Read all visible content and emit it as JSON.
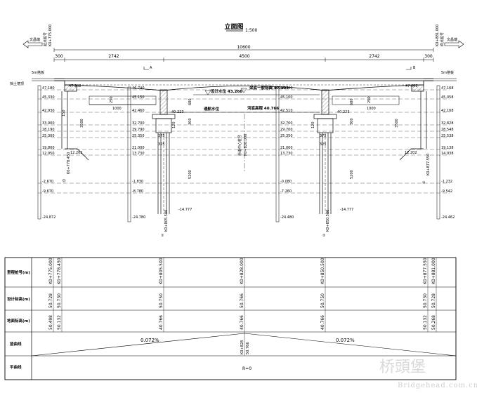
{
  "drawing": {
    "title": "立面图",
    "scale": "1:500",
    "left_direction": "文昌端",
    "right_direction": "文昌端",
    "left_start_label": "起点桩号",
    "left_start_station": "K0+775.000",
    "right_end_label": "终点桩号",
    "right_end_station": "K0+881.000",
    "overall_length": "10600",
    "span_dims": [
      "300",
      "2742",
      "4500",
      "2742",
      "300"
    ],
    "left_slab_label": "5m搭板",
    "right_slab_label": "5m搭板",
    "left_end_label": "挡土墙顶",
    "section_a": "A",
    "section_b": "B",
    "design_water_level": "设计水位 43.266",
    "navigable_level": "通航水位",
    "bottom_level": "河底高程 40.766",
    "beam_bottom_level": "梁底一般标高 47.102",
    "bridge_center": "桥墩中心桩号",
    "bridge_center_station": "K0+828.000",
    "left_abut_top": "47.202",
    "right_abut_top": "47.202",
    "left_cap_elev": "40.223",
    "right_cap_elev": "40.223",
    "left_base_elev": "12.202",
    "right_base_elev": "12.202",
    "left_pile_tip": "-14.777",
    "right_pile_tip": "-14.777",
    "dim_1000_left": "1000",
    "dim_1000_right": "1000",
    "dim_250_left": "250",
    "dim_250_right": "250",
    "dim_150": "150",
    "dim_3500": "3500",
    "dim_680": "680",
    "dim_300": "300",
    "dim_5200": "5200",
    "dim_120": "120",
    "dim_375": "375",
    "dim_325": "325",
    "pier_label_left": "①",
    "pier_label_right": "②",
    "abut_label_left": "⓪",
    "abut_label_right": "③",
    "pile_left_station": "K0+805.500",
    "pile_right_station": "K0+850.500",
    "abut_left_station": "K0+778.450",
    "abut_right_station": "K0+877.550",
    "pier_top_elev": "47.702",
    "layer_elevs_left": [
      "47.180",
      "45.330",
      "42.930",
      "33.900",
      "28.190",
      "25.300",
      "19.800",
      "12.950",
      "-2.670",
      "-9.670",
      "-24.872"
    ],
    "layer_elevs_left_pier": [
      "46.740",
      "45.150",
      "42.460",
      "32.700",
      "29.790",
      "25.350",
      "21.000",
      "13.730",
      "-1.830",
      "-8.780",
      "-24.780"
    ],
    "layer_elevs_right_pier": [
      "46.740",
      "45.100",
      "42.510",
      "32.700",
      "29.700",
      "25.350",
      "21.000",
      "13.730",
      "-0.080",
      "-7.260",
      "-24.480"
    ],
    "layer_elevs_right": [
      "47.168",
      "45.058",
      "42.168",
      "32.828",
      "28.548",
      "25.538",
      "19.138",
      "14.938",
      "-1.232",
      "-9.542",
      "-24.462"
    ]
  },
  "table": {
    "rows": [
      {
        "label": "里程桩号(m)"
      },
      {
        "label": "设计标高(m)"
      },
      {
        "label": "地面标高(m)"
      },
      {
        "label": "竖曲线"
      },
      {
        "label": "平曲线"
      }
    ],
    "stations": [
      "K0+775.000",
      "K0+778.450",
      "K0+805.500",
      "K0+828.000",
      "K0+850.500",
      "K0+877.550",
      "K0+881.000"
    ],
    "design_elev": [
      "50.728",
      "50.730",
      "50.750",
      "50.766",
      "50.750",
      "50.730",
      "50.728"
    ],
    "ground_elev": [
      "50.498",
      "50.132",
      "40.766",
      "40.766",
      "40.766",
      "50.132",
      "50.268"
    ],
    "vertical_curve": {
      "left_grade": "0.072%",
      "right_grade": "0.072%",
      "peak_station": "K0+828",
      "peak_elev": "50.766"
    },
    "horizontal_curve": "R=0"
  },
  "watermark": {
    "main": "桥頭堡",
    "url": "Bridgehead.com.cn"
  }
}
